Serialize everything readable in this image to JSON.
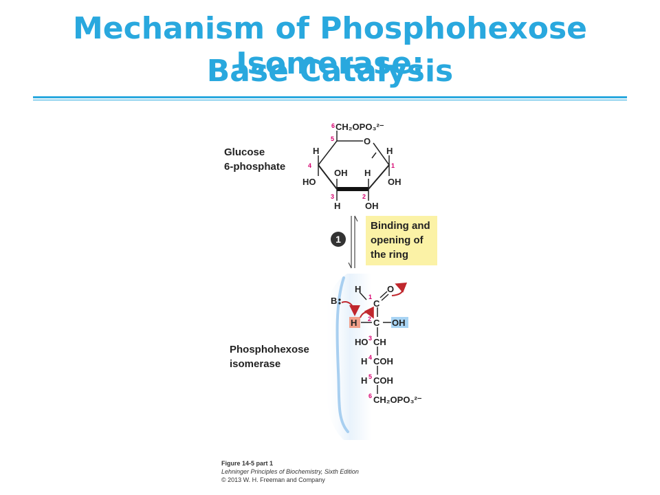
{
  "title": {
    "line1": "Mechanism of Phosphohexose Isomerase:",
    "line2": "Base Catalysis"
  },
  "labels": {
    "glucose_line1": "Glucose",
    "glucose_line2": "6-phosphate",
    "enzyme_line1": "Phosphohexose",
    "enzyme_line2": "isomerase"
  },
  "step": {
    "number": "1",
    "line1": "Binding and",
    "line2": "opening of",
    "line3": "the ring"
  },
  "ring": {
    "c6_num": "6",
    "c6_group": "CH₂OPO₃²⁻",
    "c5_num": "5",
    "c4_num": "4",
    "c3_num": "3",
    "c2_num": "2",
    "c1_num": "1",
    "o": "O",
    "h": "H",
    "oh": "OH",
    "ho": "HO"
  },
  "chain": {
    "h": "H",
    "o": "O",
    "c": "C",
    "b": "B",
    "oh": "OH",
    "row3": "HO",
    "row3_tail": "CH",
    "row45_head": "H",
    "row45_tail": "COH",
    "c6_group": "CH₂OPO₃²⁻",
    "num1": "1",
    "num2": "2",
    "num3": "3",
    "num4": "4",
    "num5": "5",
    "num6": "6"
  },
  "caption": {
    "line1": "Figure 14-5 part 1",
    "line2": "Lehninger Principles of Biochemistry, Sixth Edition",
    "line3": "© 2013 W. H. Freeman and Company"
  },
  "colors": {
    "title": "#29a8de",
    "carbon_number": "#d6006f",
    "arrow": "#c0272d",
    "note_bg": "#fbf2a6",
    "enzyme_shadow": "#a8cff0",
    "h_highlight": "#f2a08a",
    "oh_highlight": "#a8d4f4"
  }
}
